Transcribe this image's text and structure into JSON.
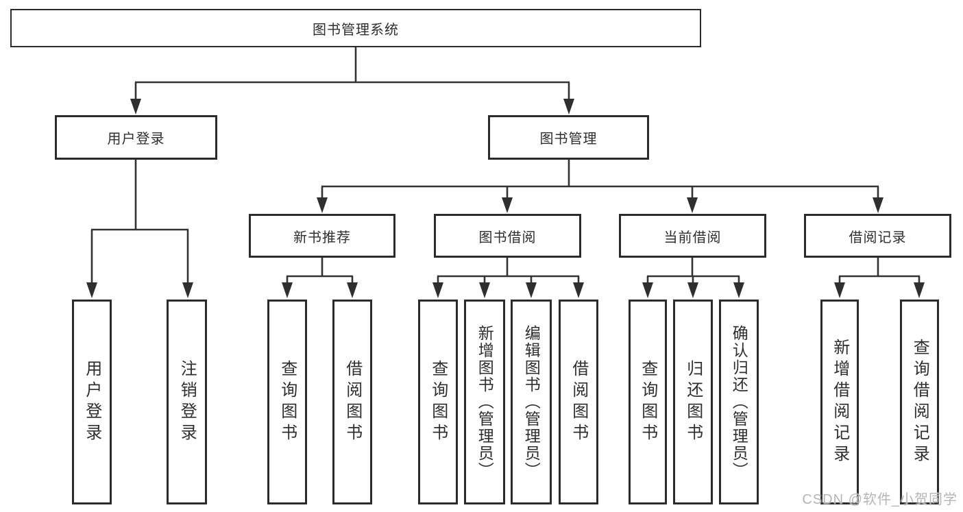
{
  "diagram": {
    "title_node": {
      "label": "图书管理系统"
    },
    "level2": [
      {
        "label": "用户登录"
      },
      {
        "label": "图书管理"
      }
    ],
    "level3": [
      {
        "label": "新书推荐"
      },
      {
        "label": "图书借阅"
      },
      {
        "label": "当前借阅"
      },
      {
        "label": "借阅记录"
      }
    ],
    "leaves": [
      {
        "label": "用户登录",
        "parent": "用户登录"
      },
      {
        "label": "注销登录",
        "parent": "用户登录"
      },
      {
        "label": "查询图书",
        "parent": "新书推荐"
      },
      {
        "label": "借阅图书",
        "parent": "新书推荐"
      },
      {
        "label": "查询图书",
        "parent": "图书借阅"
      },
      {
        "label": "新增图书（管理员）",
        "parent": "图书借阅"
      },
      {
        "label": "编辑图书（管理员）",
        "parent": "图书借阅"
      },
      {
        "label": "借阅图书",
        "parent": "图书借阅"
      },
      {
        "label": "查询图书",
        "parent": "当前借阅"
      },
      {
        "label": "归还图书",
        "parent": "当前借阅"
      },
      {
        "label": "确认归还（管理员）",
        "parent": "当前借阅"
      },
      {
        "label": "新增借阅记录",
        "parent": "借阅记录"
      },
      {
        "label": "查询借阅记录",
        "parent": "借阅记录"
      }
    ]
  },
  "watermark": {
    "text": "CSDN @软件_小贺同学"
  },
  "colors": {
    "box_border": "#2b2b2b",
    "connector_line": "#333333",
    "text": "#2e2e2e",
    "watermark_text": "#b5b5b5",
    "background": "#ffffff"
  }
}
